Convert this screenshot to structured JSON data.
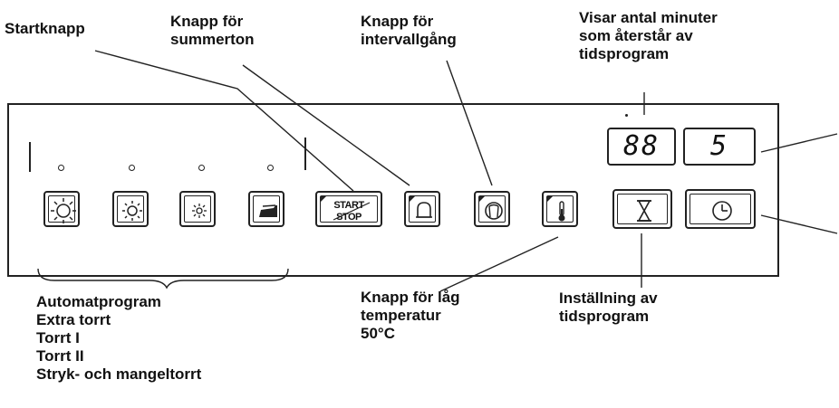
{
  "labels": {
    "start": "Startknapp",
    "buzzer": [
      "Knapp för",
      "summerton"
    ],
    "interval": [
      "Knapp för",
      "intervallgång"
    ],
    "minutes": [
      "Visar antal minuter",
      "som återstår av",
      "tidsprogram"
    ],
    "low_temp": [
      "Knapp för låg",
      "temperatur",
      "50°C"
    ],
    "timer_setting": [
      "Inställning av",
      "tidsprogram"
    ],
    "programs": [
      "Automatprogram",
      "Extra torrt",
      "Torrt I",
      "Torrt II",
      "Stryk- och mangeltorrt"
    ]
  },
  "panel": {
    "start_button_text": [
      "START",
      "STOP"
    ],
    "display_minutes": "88",
    "display_program": "5"
  },
  "icons": {
    "program_buttons": [
      "sun-large-icon",
      "sun-medium-icon",
      "sun-small-icon",
      "iron-icon"
    ],
    "start": "start-stop-icon",
    "buzzer": "bell-icon",
    "interval": "drum-icon",
    "low_temp": "thermometer-icon",
    "timer": "hourglass-icon",
    "clock": "clock-icon"
  }
}
